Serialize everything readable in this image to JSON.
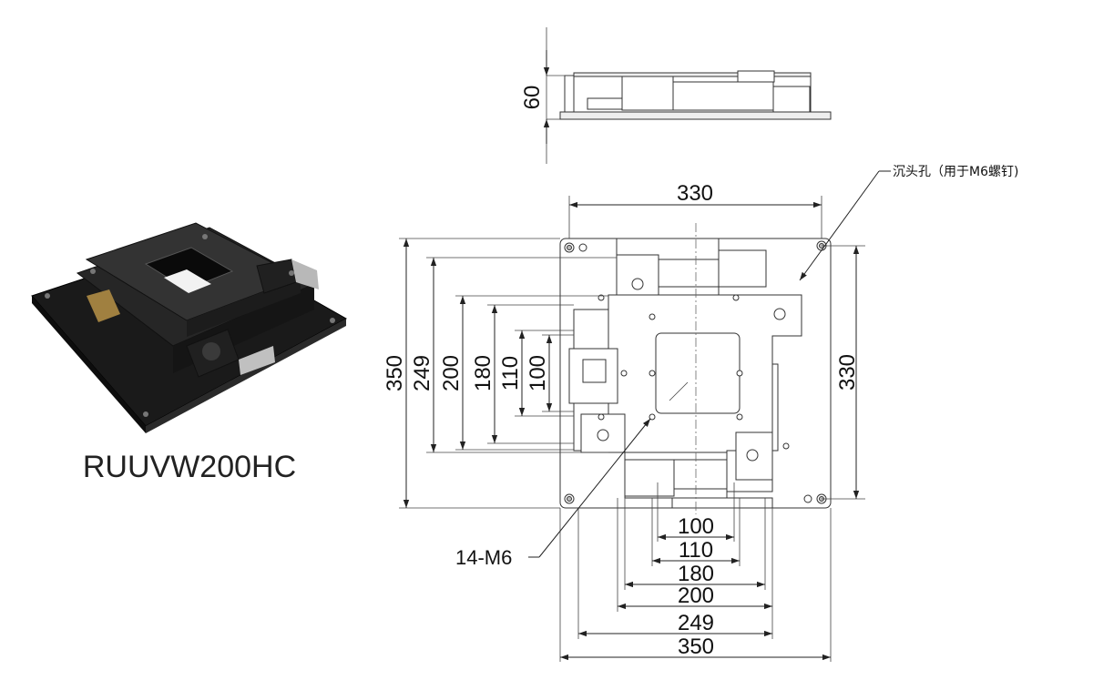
{
  "product": {
    "model": "RUUVW200HC"
  },
  "side_view": {
    "height_dim": "60"
  },
  "top_view": {
    "top_width_dim": "330",
    "left_dims": [
      "350",
      "249",
      "200",
      "180",
      "110",
      "100"
    ],
    "right_dim": "330",
    "bottom_dims": [
      "100",
      "110",
      "180",
      "200",
      "249",
      "350"
    ]
  },
  "callouts": {
    "counterbore_note": "沉头孔（用于M6螺钉)",
    "thread_label": "14-M6"
  }
}
